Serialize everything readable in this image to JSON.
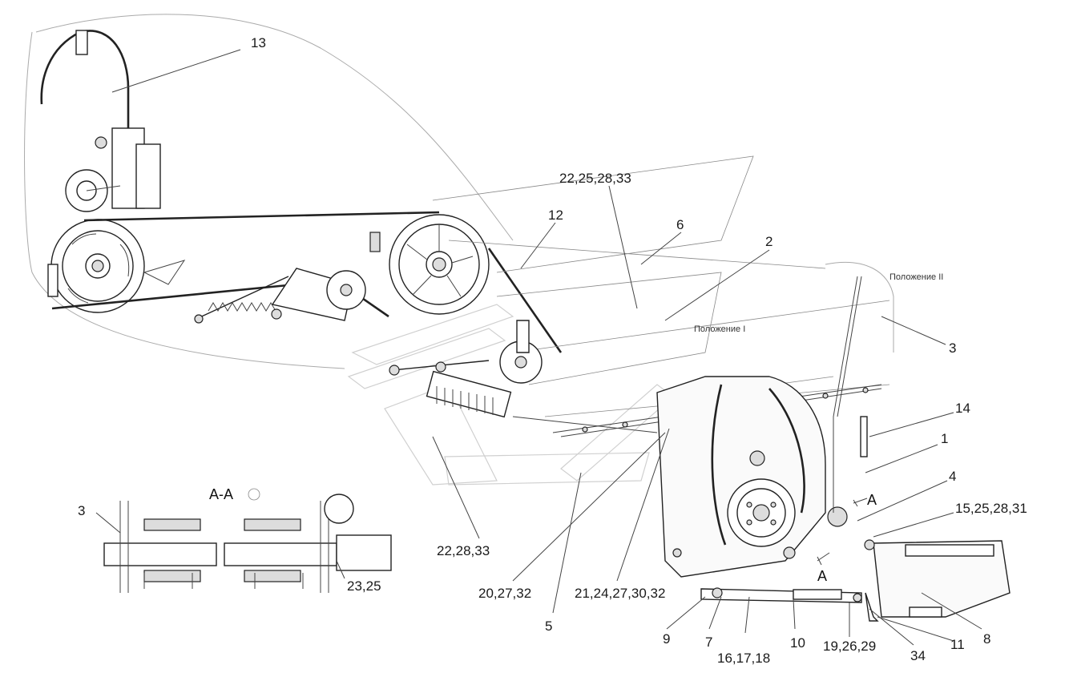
{
  "callouts": [
    "13",
    "22,25,28,33",
    "12",
    "6",
    "2",
    "3",
    "14",
    "1",
    "4",
    "15,25,28,31",
    "8",
    "11",
    "34",
    "19,26,29",
    "10",
    "16,17,18",
    "7",
    "9",
    "5",
    "21,24,27,30,32",
    "20,27,32",
    "22,28,33",
    "23,25",
    "3"
  ],
  "section_label": "А-А",
  "section_marks": [
    "А",
    "А"
  ],
  "position_labels": [
    "Положение I",
    "Положение II"
  ]
}
